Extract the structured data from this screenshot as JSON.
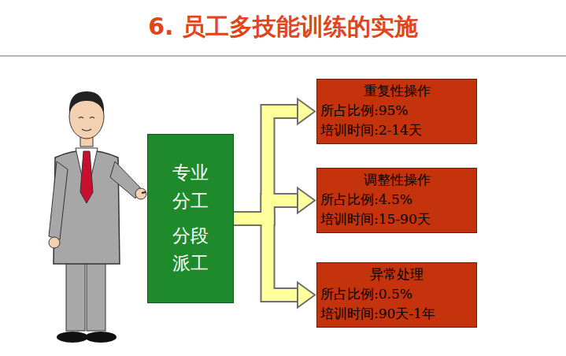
{
  "diagram": {
    "title": "6. 员工多技能训练的实施",
    "nodes": [
      {
        "text": [
          "专业分工",
          "分段派工"
        ]
      },
      {
        "text": [
          "重复性操作",
          "所占比例:95%",
          "培训时间:2-14天"
        ]
      },
      {
        "text": [
          "调整性操作",
          "所占比例:4.5%",
          "培训时间:15-90天"
        ]
      },
      {
        "text": [
          "异常处理",
          "所占比例:0.5%",
          "培训时间:90天-1年"
        ]
      }
    ],
    "edges": [
      {
        "from": 0,
        "to": 1,
        "arrow": "to"
      },
      {
        "from": 0,
        "to": 2,
        "arrow": "to"
      },
      {
        "from": 0,
        "to": 3,
        "arrow": "to"
      }
    ]
  }
}
